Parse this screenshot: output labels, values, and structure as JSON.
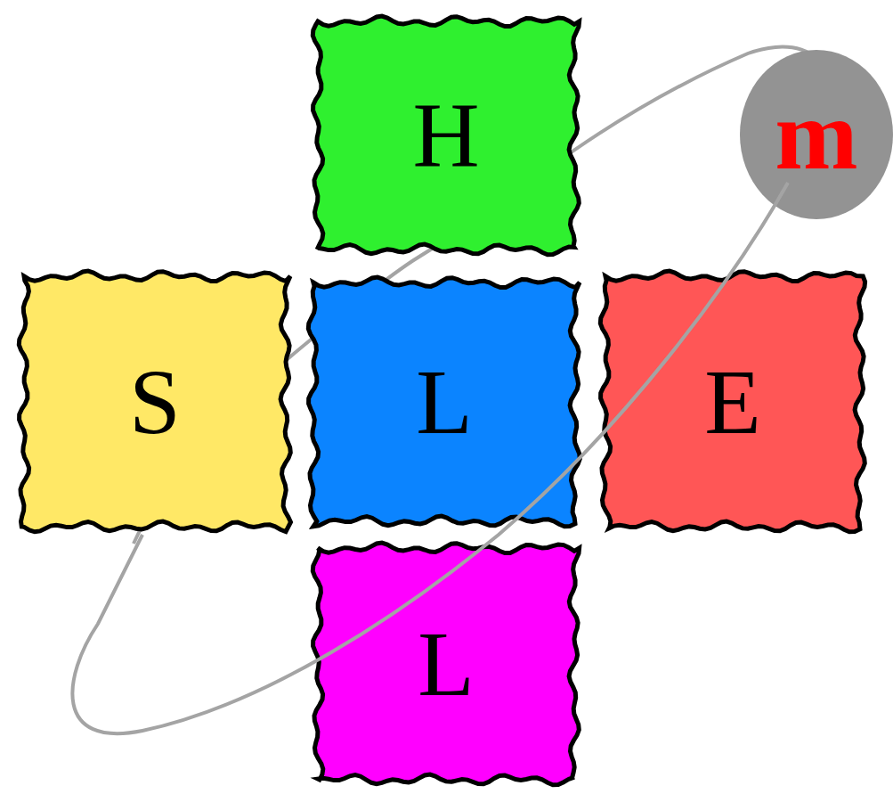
{
  "diagram": {
    "nodes": [
      {
        "text": [
          "H"
        ]
      },
      {
        "text": [
          "m"
        ]
      },
      {
        "text": [
          "S"
        ]
      },
      {
        "text": [
          "L"
        ]
      },
      {
        "text": [
          "E"
        ]
      },
      {
        "text": [
          "L"
        ]
      }
    ]
  }
}
